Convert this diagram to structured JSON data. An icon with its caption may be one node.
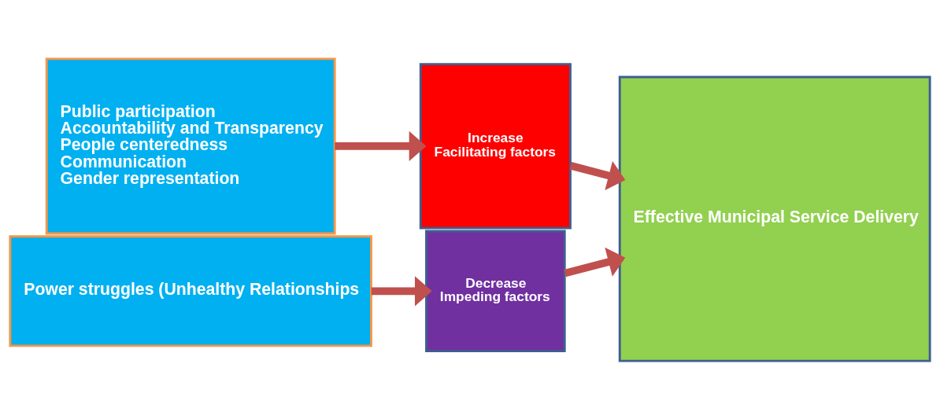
{
  "diagram": {
    "nodes": [
      {
        "text": [
          "Public participation",
          "Accountability and Transparency",
          "People centeredness",
          "Communication",
          "Gender representation"
        ]
      },
      {
        "text": [
          "Power struggles (Unhealthy Relationships"
        ]
      },
      {
        "text": [
          "Increase",
          "Facilitating factors"
        ]
      },
      {
        "text": [
          "Decrease",
          "Impeding factors"
        ]
      },
      {
        "text": [
          "Effective Municipal Service Delivery"
        ]
      }
    ],
    "edges": [
      {
        "from": 0,
        "to": 2,
        "arrow": "to"
      },
      {
        "from": 1,
        "to": 3,
        "arrow": "to"
      },
      {
        "from": 2,
        "to": 4,
        "arrow": "to"
      },
      {
        "from": 3,
        "to": 4,
        "arrow": "to"
      }
    ]
  }
}
